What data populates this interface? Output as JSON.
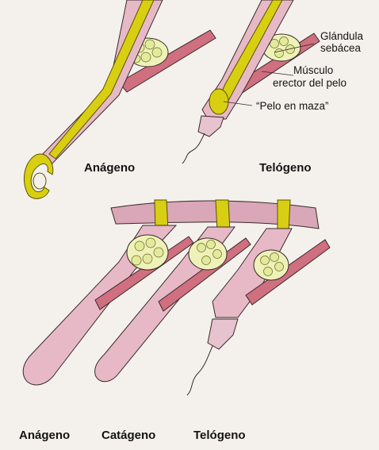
{
  "labels": {
    "sebaceous_line1": "Glándula",
    "sebaceous_line2": "sebácea",
    "muscle_line1": "Músculo",
    "muscle_line2": "erector del pelo",
    "club_hair": "“Pelo en maza”",
    "top_anagen": "Anágeno",
    "top_telogen": "Telógeno",
    "bottom_anagen": "Anágeno",
    "bottom_catagen": "Catágeno",
    "bottom_telogen": "Telógeno"
  },
  "colors": {
    "background": "#f4f1ec",
    "hair_shaft": "#d9cf12",
    "follicle_pink": "#e7b9c6",
    "muscle": "#cf6f7f",
    "gland": "#eef2b8",
    "skin_band": "#d9a7b8",
    "outline": "#3a2a2a"
  }
}
